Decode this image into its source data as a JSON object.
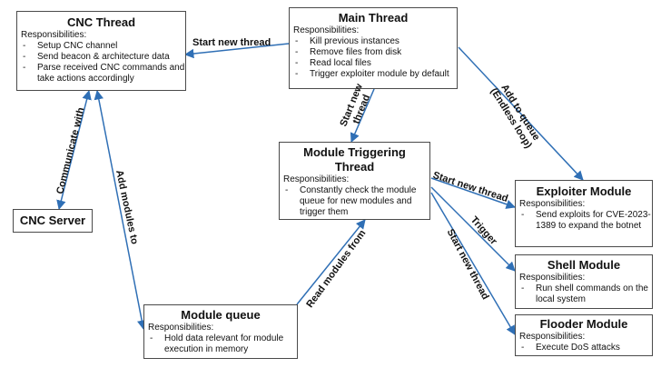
{
  "nodes": {
    "cnc_thread": {
      "title": "CNC Thread",
      "resp_label": "Responsibilities:",
      "items": [
        "Setup CNC channel",
        "Send beacon & architecture data",
        "Parse received CNC commands and take actions accordingly"
      ]
    },
    "main_thread": {
      "title": "Main Thread",
      "resp_label": "Responsibilities:",
      "items": [
        "Kill previous instances",
        "Remove files from disk",
        "Read local files",
        "Trigger exploiter module by default"
      ]
    },
    "module_trigger": {
      "title_line1": "Module Triggering",
      "title_line2": "Thread",
      "resp_label": "Responsibilities:",
      "items": [
        "Constantly check the module queue for new modules and trigger them"
      ]
    },
    "cnc_server": {
      "title": "CNC Server"
    },
    "exploiter": {
      "title": "Exploiter Module",
      "resp_label": "Responsibilities:",
      "items": [
        "Send exploits for CVE-2023-1389 to expand the botnet"
      ]
    },
    "shell": {
      "title": "Shell Module",
      "resp_label": "Responsibilities:",
      "items": [
        "Run shell commands on the local system"
      ]
    },
    "flooder": {
      "title": "Flooder Module",
      "resp_label": "Responsibilities:",
      "items": [
        "Execute DoS attacks"
      ]
    },
    "module_queue": {
      "title": "Module queue",
      "resp_label": "Responsibilities:",
      "items": [
        "Hold data relevant for module execution in memory"
      ]
    }
  },
  "edges": {
    "main_to_cnc": "Start new thread",
    "main_to_trigger_l1": "Start new",
    "main_to_trigger_l2": "thread",
    "main_to_exploiter_l1": "Add to queue",
    "main_to_exploiter_l2": "(Endless loop)",
    "cnc_thread_server": "Communicate with",
    "cnc_to_queue": "Add modules to",
    "queue_to_trigger": "Read modules from",
    "trigger_to_exploiter": "Start new thread",
    "trigger_to_shell": "Trigger",
    "trigger_to_flooder": "Start new thread"
  },
  "colors": {
    "box_border": "#4a4a4a",
    "arrow": "#2f6fb5"
  }
}
